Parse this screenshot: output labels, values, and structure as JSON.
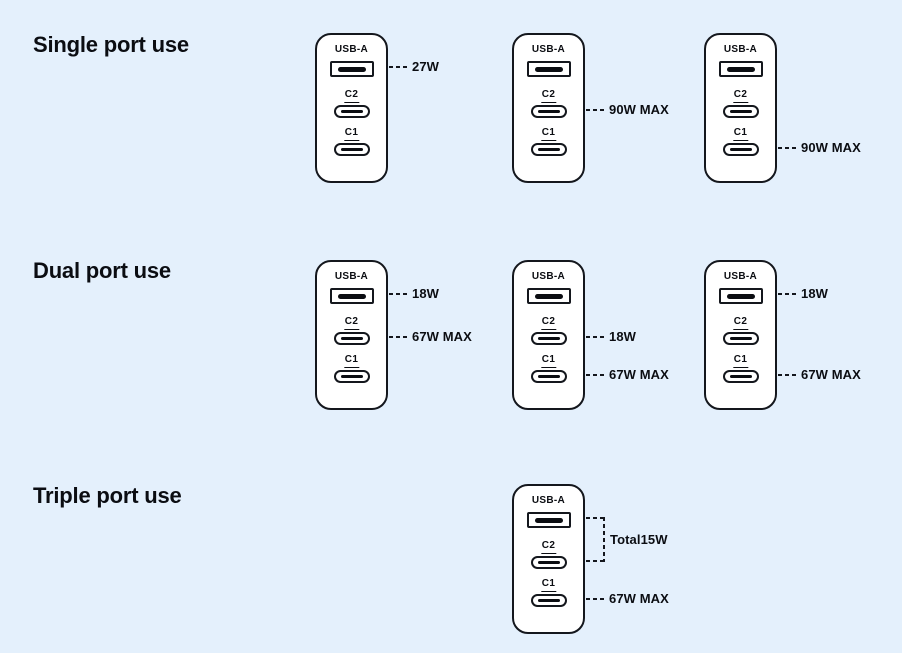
{
  "colors": {
    "background": "#E4F0FC",
    "outline": "#14171D",
    "text": "#0B0D12",
    "charger_fill": "#FFFFFF",
    "pin_fill": "#0B0D12"
  },
  "port_labels": {
    "usba": "USB-A",
    "c2": "C2",
    "c1": "C1"
  },
  "sections": [
    {
      "title": "Single port use",
      "chargers": [
        {
          "callouts": [
            {
              "port": "usba",
              "text": "27W"
            }
          ]
        },
        {
          "callouts": [
            {
              "port": "c2",
              "text": "90W MAX"
            }
          ]
        },
        {
          "callouts": [
            {
              "port": "c1",
              "text": "90W MAX"
            }
          ]
        }
      ]
    },
    {
      "title": "Dual port use",
      "chargers": [
        {
          "callouts": [
            {
              "port": "usba",
              "text": "18W"
            },
            {
              "port": "c2",
              "text": "67W MAX"
            }
          ]
        },
        {
          "callouts": [
            {
              "port": "c2",
              "text": "18W"
            },
            {
              "port": "c1",
              "text": "67W MAX"
            }
          ]
        },
        {
          "callouts": [
            {
              "port": "usba",
              "text": "18W"
            },
            {
              "port": "c1",
              "text": "67W MAX"
            }
          ]
        }
      ]
    },
    {
      "title": "Triple port use",
      "chargers": [
        {
          "callouts": [
            {
              "ports": [
                "usba",
                "c2"
              ],
              "text": "Total15W"
            },
            {
              "port": "c1",
              "text": "67W MAX"
            }
          ]
        }
      ]
    }
  ]
}
